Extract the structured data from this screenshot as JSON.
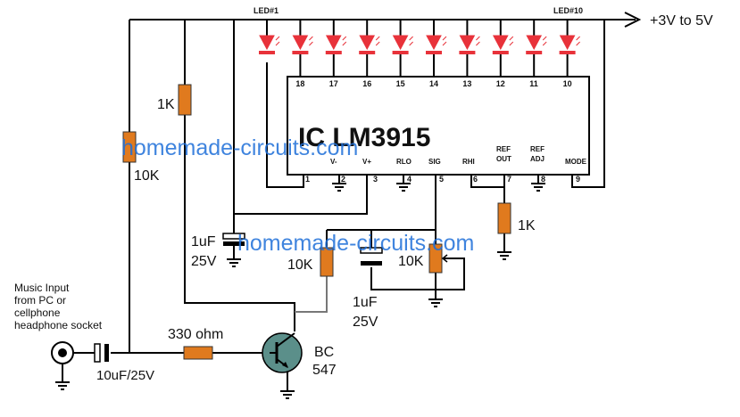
{
  "ic": {
    "title": "IC LM3915",
    "top_pins": [
      "18",
      "17",
      "16",
      "15",
      "14",
      "13",
      "12",
      "11",
      "10"
    ],
    "bottom_pins": [
      {
        "num": "1",
        "name": ""
      },
      {
        "num": "2",
        "name": "V-"
      },
      {
        "num": "3",
        "name": "V+"
      },
      {
        "num": "4",
        "name": "RLO"
      },
      {
        "num": "5",
        "name": "SIG"
      },
      {
        "num": "6",
        "name": "RHI"
      },
      {
        "num": "7",
        "name": "REF OUT"
      },
      {
        "num": "8",
        "name": "REF ADJ"
      },
      {
        "num": "9",
        "name": "MODE"
      }
    ]
  },
  "leds": {
    "first_label": "LED#1",
    "last_label": "LED#10",
    "count": 10
  },
  "supply": {
    "label": "+3V to 5V"
  },
  "components": {
    "r_1k_top": "1K",
    "r_10k_left": "10K",
    "c_1uf_left_value": "1uF",
    "c_1uf_left_voltage": "25V",
    "r_10k_mid": "10K",
    "c_1uf_mid_value": "1uF",
    "c_1uf_mid_voltage": "25V",
    "pot_10k": "10K",
    "r_1k_ref": "1K",
    "r_330": "330 ohm",
    "transistor_line1": "BC",
    "transistor_line2": "547",
    "c_input": "10uF/25V"
  },
  "input": {
    "line1": "Music Input",
    "line2": "from PC or",
    "line3": "cellphone",
    "line4": "headphone socket"
  },
  "watermarks": [
    "homemade-circuits.com",
    "homemade-circuits.com"
  ],
  "colors": {
    "resistor": "#e07a1e",
    "led": "#e8323a",
    "watermark": "#1e6fd9"
  }
}
